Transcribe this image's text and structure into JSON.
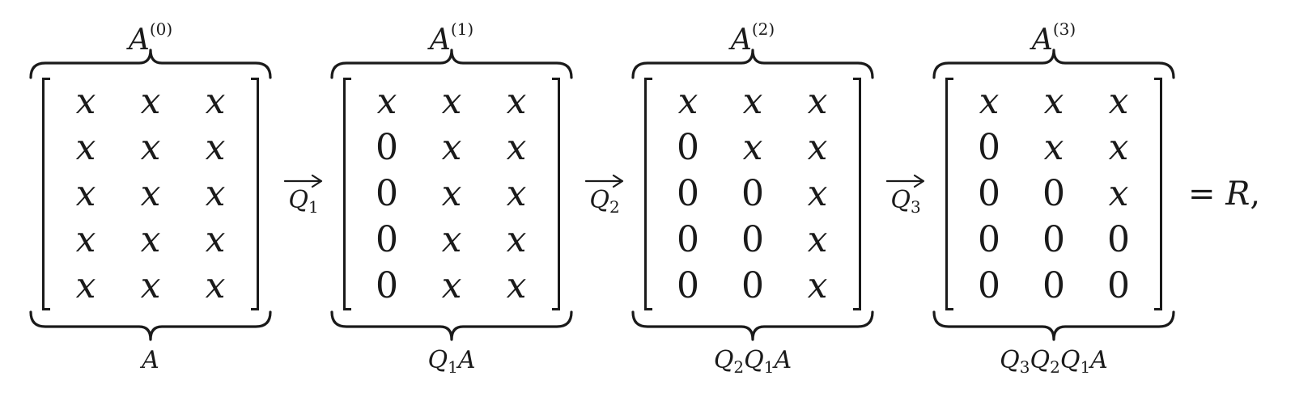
{
  "stages": [
    {
      "top_symbol": "A",
      "top_superscript": "(0)",
      "bottom_parts": [
        {
          "t": "A",
          "s": ""
        }
      ],
      "rows": [
        [
          "x",
          "x",
          "x"
        ],
        [
          "x",
          "x",
          "x"
        ],
        [
          "x",
          "x",
          "x"
        ],
        [
          "x",
          "x",
          "x"
        ],
        [
          "x",
          "x",
          "x"
        ]
      ]
    },
    {
      "top_symbol": "A",
      "top_superscript": "(1)",
      "bottom_parts": [
        {
          "t": "Q",
          "s": "1"
        },
        {
          "t": "A",
          "s": ""
        }
      ],
      "rows": [
        [
          "x",
          "x",
          "x"
        ],
        [
          "0",
          "x",
          "x"
        ],
        [
          "0",
          "x",
          "x"
        ],
        [
          "0",
          "x",
          "x"
        ],
        [
          "0",
          "x",
          "x"
        ]
      ]
    },
    {
      "top_symbol": "A",
      "top_superscript": "(2)",
      "bottom_parts": [
        {
          "t": "Q",
          "s": "2"
        },
        {
          "t": "Q",
          "s": "1"
        },
        {
          "t": "A",
          "s": ""
        }
      ],
      "rows": [
        [
          "x",
          "x",
          "x"
        ],
        [
          "0",
          "x",
          "x"
        ],
        [
          "0",
          "0",
          "x"
        ],
        [
          "0",
          "0",
          "x"
        ],
        [
          "0",
          "0",
          "x"
        ]
      ]
    },
    {
      "top_symbol": "A",
      "top_superscript": "(3)",
      "bottom_parts": [
        {
          "t": "Q",
          "s": "3"
        },
        {
          "t": "Q",
          "s": "2"
        },
        {
          "t": "Q",
          "s": "1"
        },
        {
          "t": "A",
          "s": ""
        }
      ],
      "rows": [
        [
          "x",
          "x",
          "x"
        ],
        [
          "0",
          "x",
          "x"
        ],
        [
          "0",
          "0",
          "x"
        ],
        [
          "0",
          "0",
          "0"
        ],
        [
          "0",
          "0",
          "0"
        ]
      ]
    }
  ],
  "arrows": [
    {
      "symbol": "Q",
      "subscript": "1"
    },
    {
      "symbol": "Q",
      "subscript": "2"
    },
    {
      "symbol": "Q",
      "subscript": "3"
    }
  ],
  "result": {
    "equals": "=",
    "symbol": "R",
    "punct": ","
  }
}
